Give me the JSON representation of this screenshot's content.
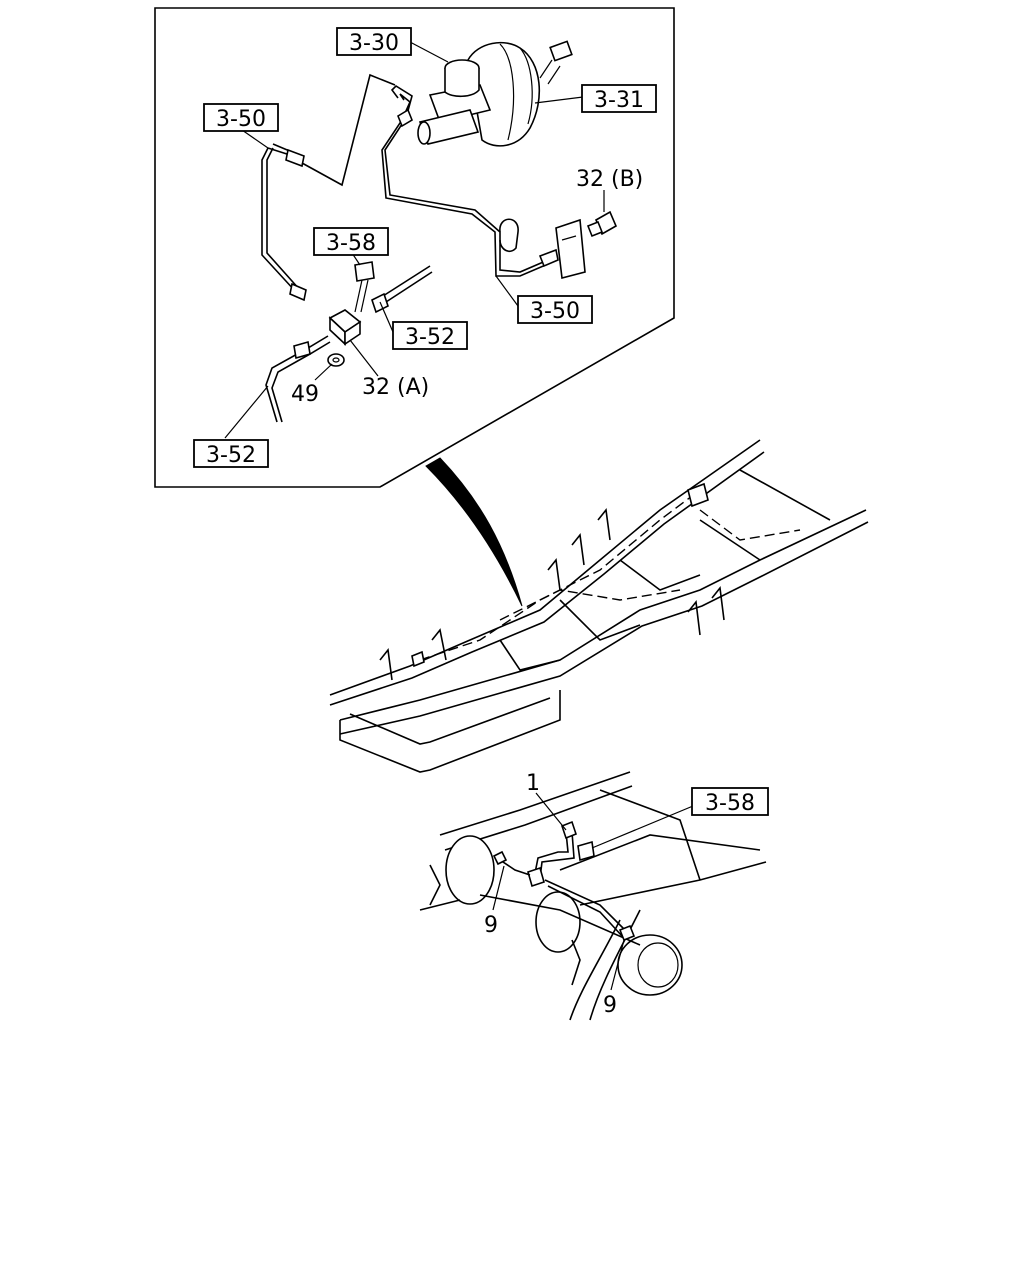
{
  "callouts": {
    "c_3_30": "3-30",
    "c_3_31": "3-31",
    "c_3_50_a": "3-50",
    "c_3_50_b": "3-50",
    "c_3_58_a": "3-58",
    "c_3_52_a": "3-52",
    "c_3_52_b": "3-52",
    "c_3_58_b": "3-58"
  },
  "labels": {
    "l_32b": "32 (B)",
    "l_32a": "32 (A)",
    "l_49": "49",
    "l_1": "1",
    "l_9a": "9",
    "l_9b": "9"
  }
}
